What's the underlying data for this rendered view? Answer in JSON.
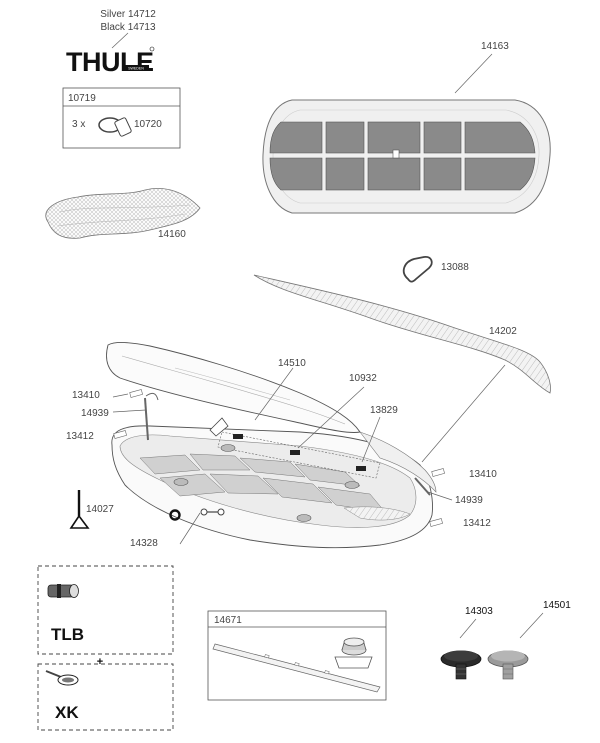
{
  "brand": {
    "name": "THULE",
    "sub": "SWEDEN",
    "variant_silver": "Silver 14712",
    "variant_black": "Black 14713"
  },
  "strap_kit": {
    "kit_number": "10719",
    "quantity": "3 x",
    "part_number": "10720"
  },
  "parts": {
    "mat": "14163",
    "bag": "14160",
    "hook": "13088",
    "seal": "14202",
    "lid": "14510",
    "strip": "10932",
    "bracket": "13829",
    "cap_tl": "13410",
    "strut_l": "14939",
    "cap_l": "13412",
    "cap_tr": "13410",
    "strut_r": "14939",
    "cap_r": "13412",
    "wrench": "14027",
    "washer": "14328",
    "rail_kit": "14671",
    "knob_black": "14303",
    "knob_grey": "14501"
  },
  "locks": {
    "tlb": "TLB",
    "xk": "XK",
    "plus": "+"
  }
}
